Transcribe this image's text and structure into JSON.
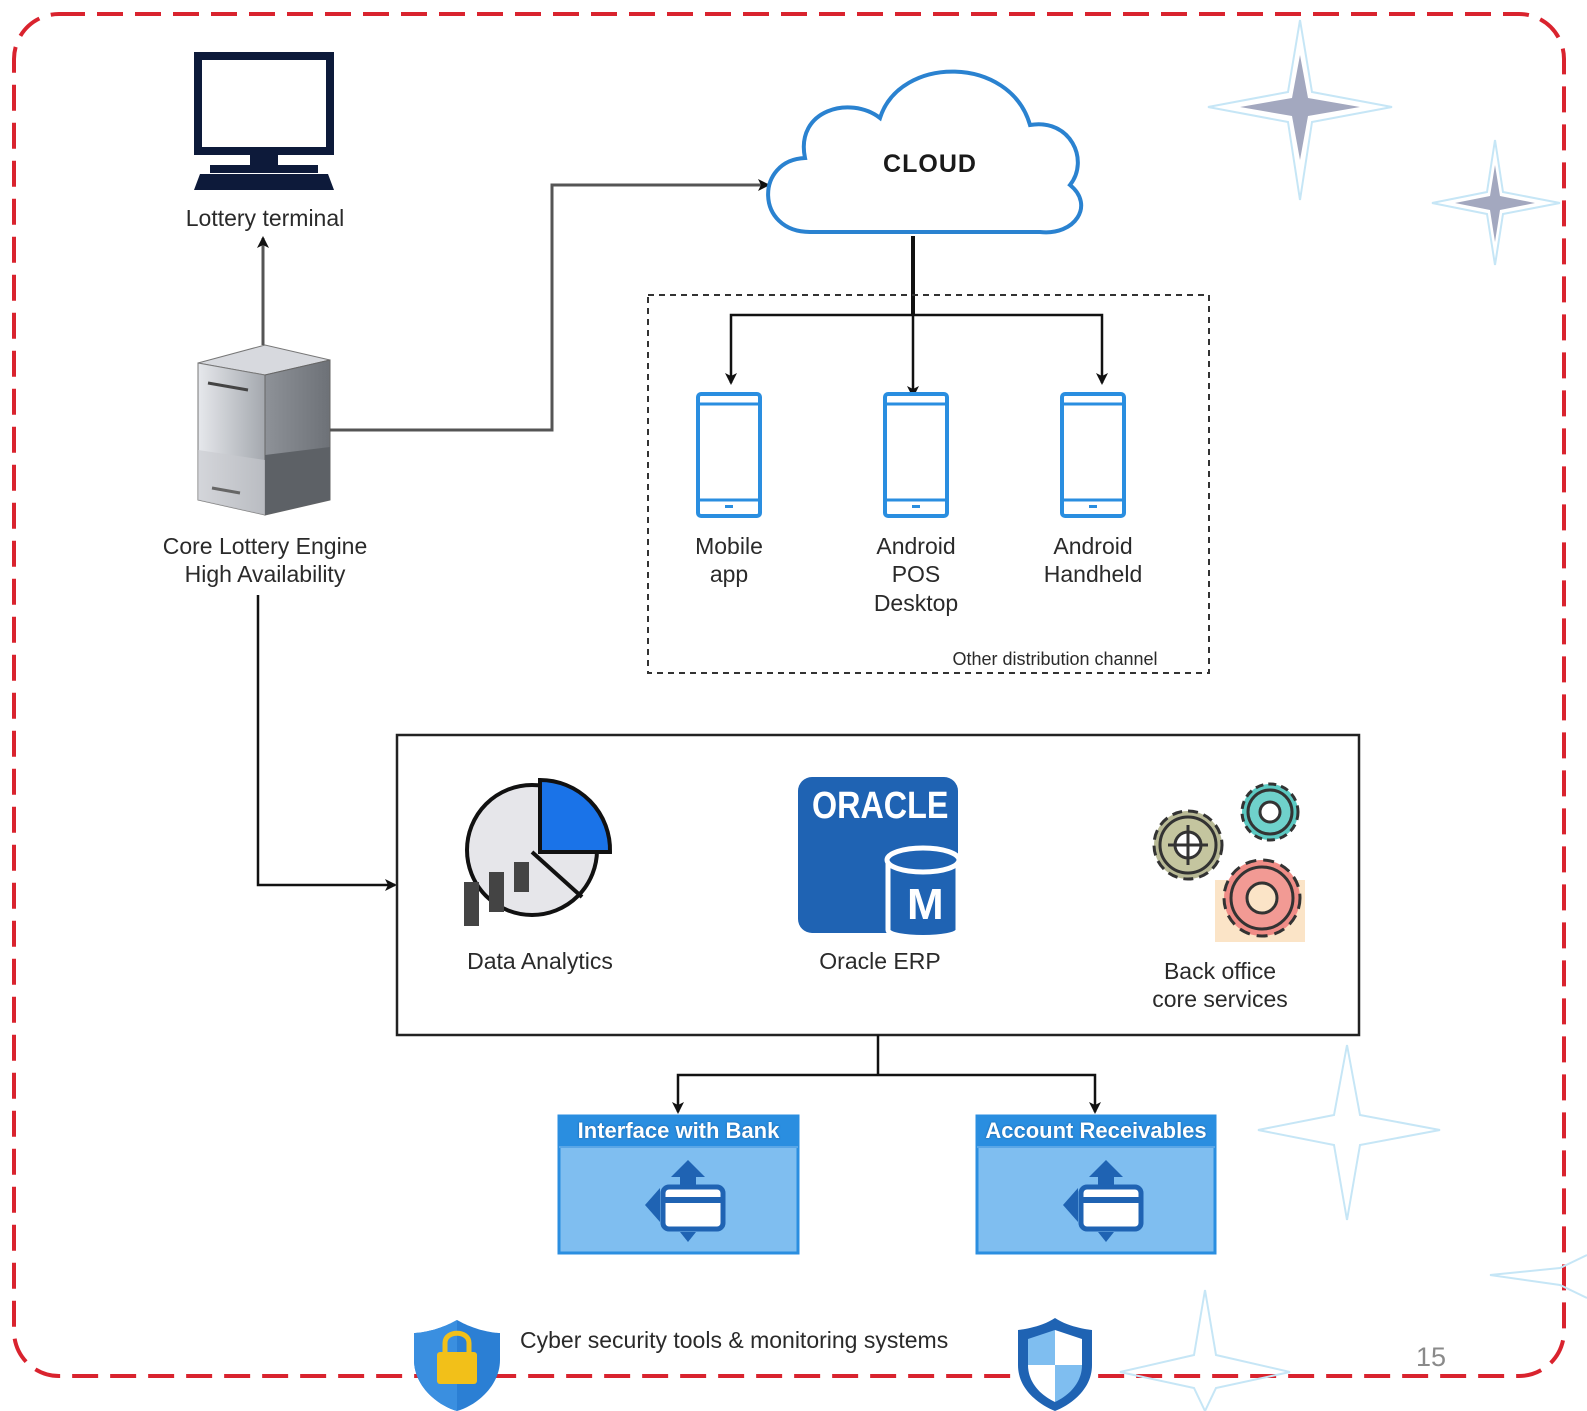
{
  "labels": {
    "lottery_terminal": "Lottery terminal",
    "core_engine_line1": "Core Lottery Engine",
    "core_engine_line2": "High Availability",
    "cloud": "CLOUD",
    "mobile_app_line1": "Mobile",
    "mobile_app_line2": "app",
    "android_pos_line1": "Android",
    "android_pos_line2": "POS",
    "android_pos_line3": "Desktop",
    "android_handheld_line1": "Android",
    "android_handheld_line2": "Handheld",
    "other_channel": "Other distribution channel",
    "data_analytics": "Data Analytics",
    "oracle_erp": "Oracle ERP",
    "oracle_logo_word": "ORACLE",
    "oracle_logo_letter": "M",
    "back_office_line1": "Back office",
    "back_office_line2": "core services",
    "interface_bank": "Interface with Bank",
    "account_receivables": "Account Receivables",
    "cyber_security": "Cyber security tools & monitoring systems",
    "page_number": "15"
  },
  "colors": {
    "frame_dash": "#d9232e",
    "cloud_stroke": "#2a82d0",
    "phone_stroke": "#2a8ee0",
    "oracle_blue": "#1f63b3",
    "bank_fill": "#7fbef0",
    "bank_header": "#2a8ee0",
    "shield_blue": "#2b7fd4",
    "lock_yellow": "#f2c019",
    "star_gray": "#a3a8bf",
    "star_outline": "#c6e6f6"
  },
  "icons": [
    "monitor-icon",
    "server-icon",
    "cloud-icon",
    "phone-icon",
    "analytics-chart-icon",
    "oracle-database-icon",
    "gears-icon",
    "card-transfer-icon",
    "lock-shield-icon",
    "security-shield-icon",
    "star-decoration"
  ]
}
